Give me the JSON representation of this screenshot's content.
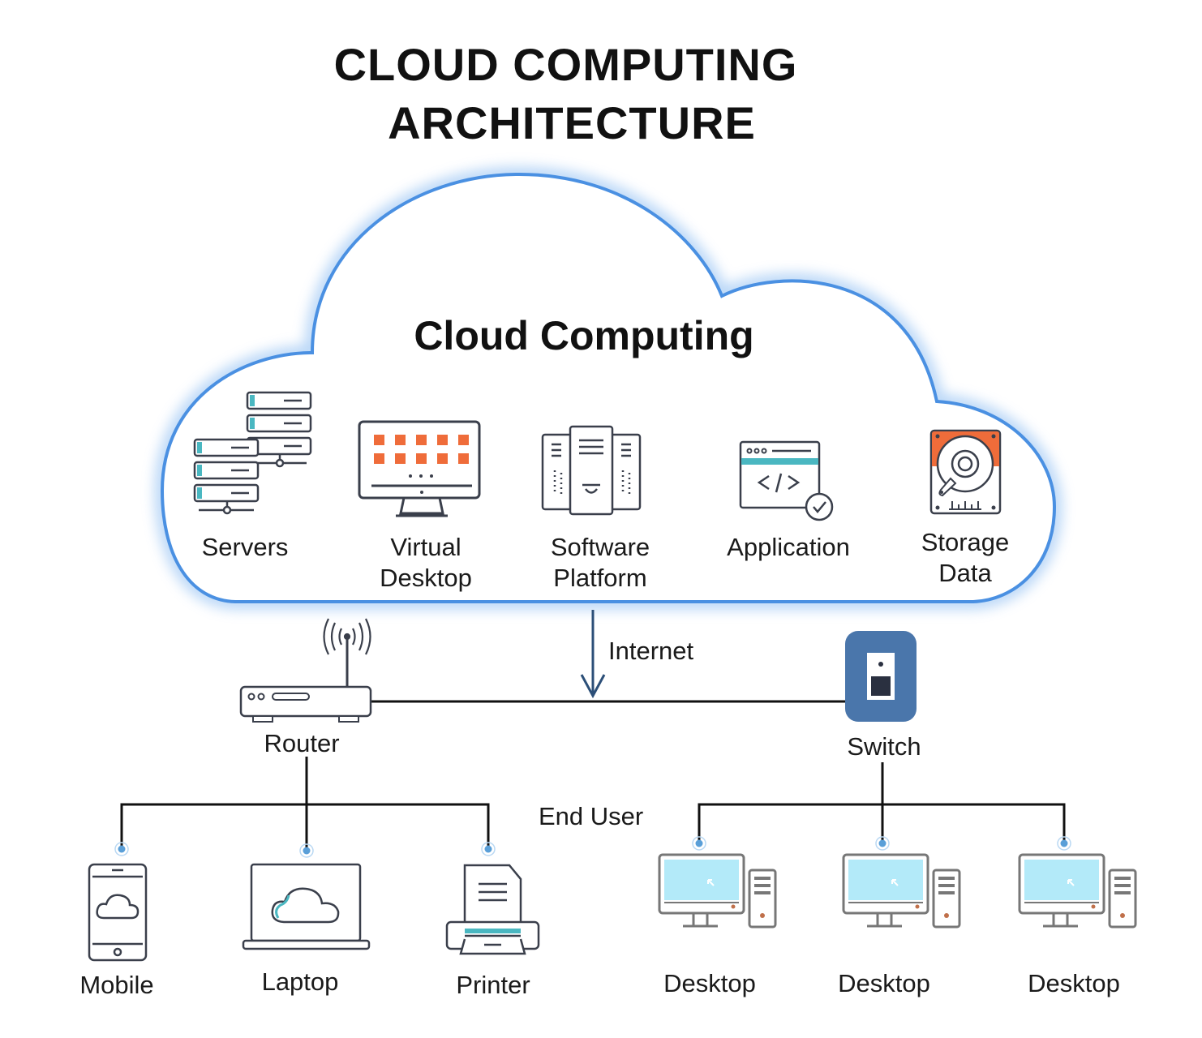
{
  "title": {
    "line1": "CLOUD COMPUTING",
    "line2": "ARCHITECTURE"
  },
  "cloud": {
    "heading": "Cloud Computing",
    "outline_color": "#4a90e2",
    "services": [
      {
        "id": "servers",
        "line1": "Servers",
        "line2": "",
        "icon": "servers-icon"
      },
      {
        "id": "virtual-desktop",
        "line1": "Virtual",
        "line2": "Desktop",
        "icon": "monitor-icon"
      },
      {
        "id": "software-platform",
        "line1": "Software",
        "line2": "Platform",
        "icon": "server-towers-icon"
      },
      {
        "id": "application",
        "line1": "Application",
        "line2": "",
        "icon": "code-window-icon"
      },
      {
        "id": "storage-data",
        "line1": "Storage",
        "line2": "Data",
        "icon": "hard-drive-icon"
      }
    ]
  },
  "network": {
    "internet_label": "Internet",
    "router_label": "Router",
    "switch_label": "Switch",
    "end_user_label": "End User",
    "switch_color": "#4a76ab",
    "arrow_color": "#2c4f78"
  },
  "devices": {
    "router_group": [
      {
        "label": "Mobile",
        "icon": "mobile-phone-icon"
      },
      {
        "label": "Laptop",
        "icon": "laptop-icon"
      },
      {
        "label": "Printer",
        "icon": "printer-icon"
      }
    ],
    "switch_group": [
      {
        "label": "Desktop",
        "icon": "desktop-computer-icon"
      },
      {
        "label": "Desktop",
        "icon": "desktop-computer-icon"
      },
      {
        "label": "Desktop",
        "icon": "desktop-computer-icon"
      }
    ]
  },
  "colors": {
    "accent_orange": "#ef6c3a",
    "accent_teal": "#4ab7c1",
    "icon_stroke": "#3a3f4b",
    "screen_blue": "#b3eaf9",
    "node_dot": "#5a9fd8"
  }
}
